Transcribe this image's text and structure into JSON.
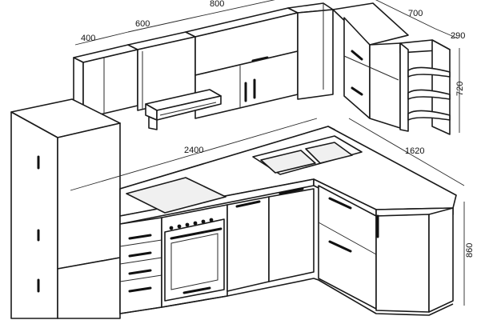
{
  "dimensions": {
    "upper_left_width": "400",
    "upper_mid_width": "600",
    "upper_hood_width": "800",
    "upper_corner_width": "700",
    "shelf_depth": "290",
    "upper_height": "720",
    "counter_length": "2400",
    "counter_return": "1620",
    "base_height": "860"
  },
  "colors": {
    "stroke": "#1a1a1a",
    "background": "#ffffff",
    "hatch": "#f0f0f0"
  }
}
